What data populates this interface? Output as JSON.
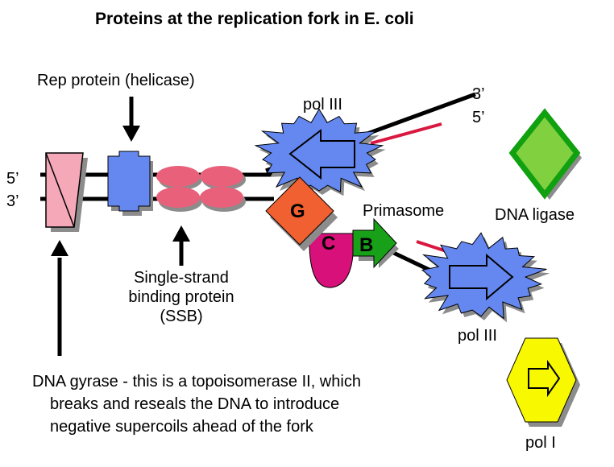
{
  "title": "Proteins at the replication fork in E. coli",
  "labels": {
    "rep_protein": "Rep protein (helicase)",
    "pol3_top": "pol III",
    "three_prime_top": "3’",
    "five_prime_top": "5’",
    "five_prime_left": "5’",
    "three_prime_left": "3’",
    "primasome": "Primasome",
    "dna_ligase": "DNA ligase",
    "ssb_line1": "Single-strand",
    "ssb_line2": "binding protein",
    "ssb_line3": "(SSB)",
    "pol3_bottom": "pol III",
    "gyrase_line1": "DNA gyrase - this is a topoisomerase II, which",
    "gyrase_line2": "breaks and reseals the DNA to introduce",
    "gyrase_line3": "negative supercoils ahead of the fork",
    "pol1": "pol I"
  },
  "primase_letters": {
    "g": "G",
    "c": "C",
    "b": "B"
  },
  "colors": {
    "gyrase": "#f4a8b8",
    "helicase": "#6488f0",
    "ssb": "#e8607a",
    "pol3": "#6488f0",
    "dnaG": "#f06030",
    "dnaC": "#d8107a",
    "dnaB": "#18a018",
    "ligase": "#80d040",
    "ligase_border": "#10a010",
    "pol1": "#f8f800",
    "rna_primer": "#d81840",
    "shadow": "#8c8c8c"
  }
}
